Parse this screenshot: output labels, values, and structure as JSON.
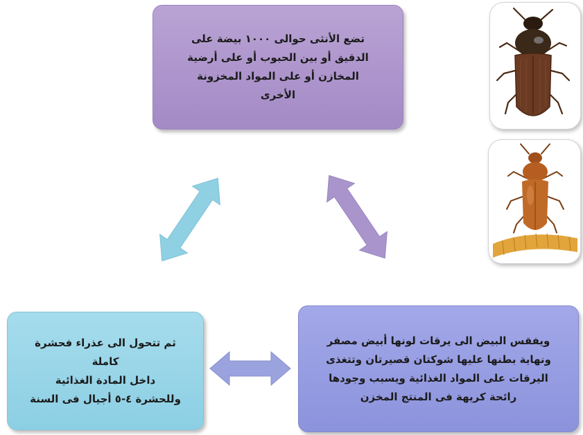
{
  "boxes": {
    "top": "تضع الأنثى حوالى ١٠٠٠ بيضة على\nالدقيق أو بين الحبوب أو على أرضية\nالمخازن أو على المواد المخزونة\nالأخرى",
    "right": "ويفقس البيض الى يرقات لونها أبيض مصفر\nونهاية بطنها عليها شوكتان قصيرتان وتتغذى\nاليرقات على المواد الغذائية ويسبب وجودها\nرائحة كريهة فى المنتج المخزن",
    "left": "ثم تتحول الى عذراء فحشرة\nكاملة\nداخل المادة الغذائية\nوللحشرة ٤-٥ أجيال فى السنة"
  },
  "colors": {
    "purple_box": "#a48ac6",
    "cyan_box": "#8ccfe4",
    "blue_box": "#8c93dc",
    "purple_arrow": "#a995cc",
    "cyan_arrow": "#8fd0e3",
    "blue_arrow": "#9aa3de"
  },
  "icons": [
    "dark-beetle-photo",
    "red-flour-beetle-and-larva-photo"
  ]
}
